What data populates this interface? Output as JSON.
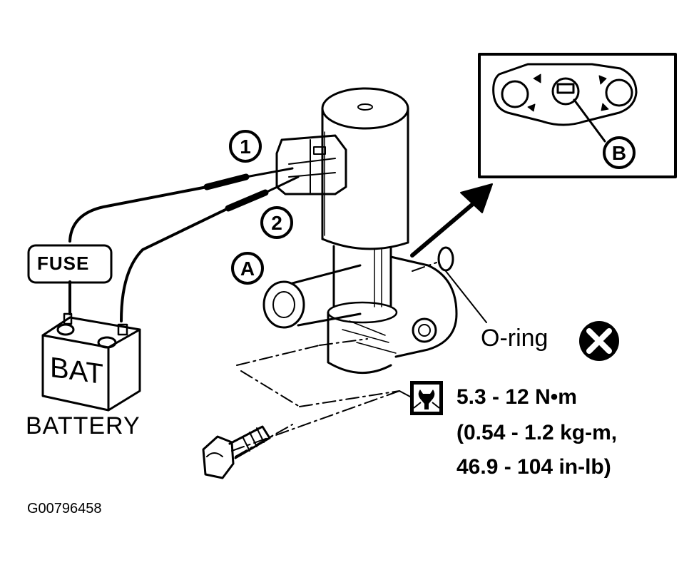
{
  "labels": {
    "callout_1": "1",
    "callout_2": "2",
    "callout_a": "A",
    "callout_b": "B",
    "fuse": "FUSE",
    "bat": "BAT",
    "battery": "BATTERY",
    "o_ring": "O-ring",
    "torque_line1": "5.3 - 12 N•m",
    "torque_line2": "(0.54 - 1.2 kg-m,",
    "torque_line3": "46.9 - 104 in-lb)",
    "figure_id": "G00796458"
  },
  "icons": {
    "do_not_reuse": "x-circle-icon",
    "torque_wrench": "wrench-icon"
  },
  "colors": {
    "ink": "#000000",
    "paper": "#ffffff"
  }
}
